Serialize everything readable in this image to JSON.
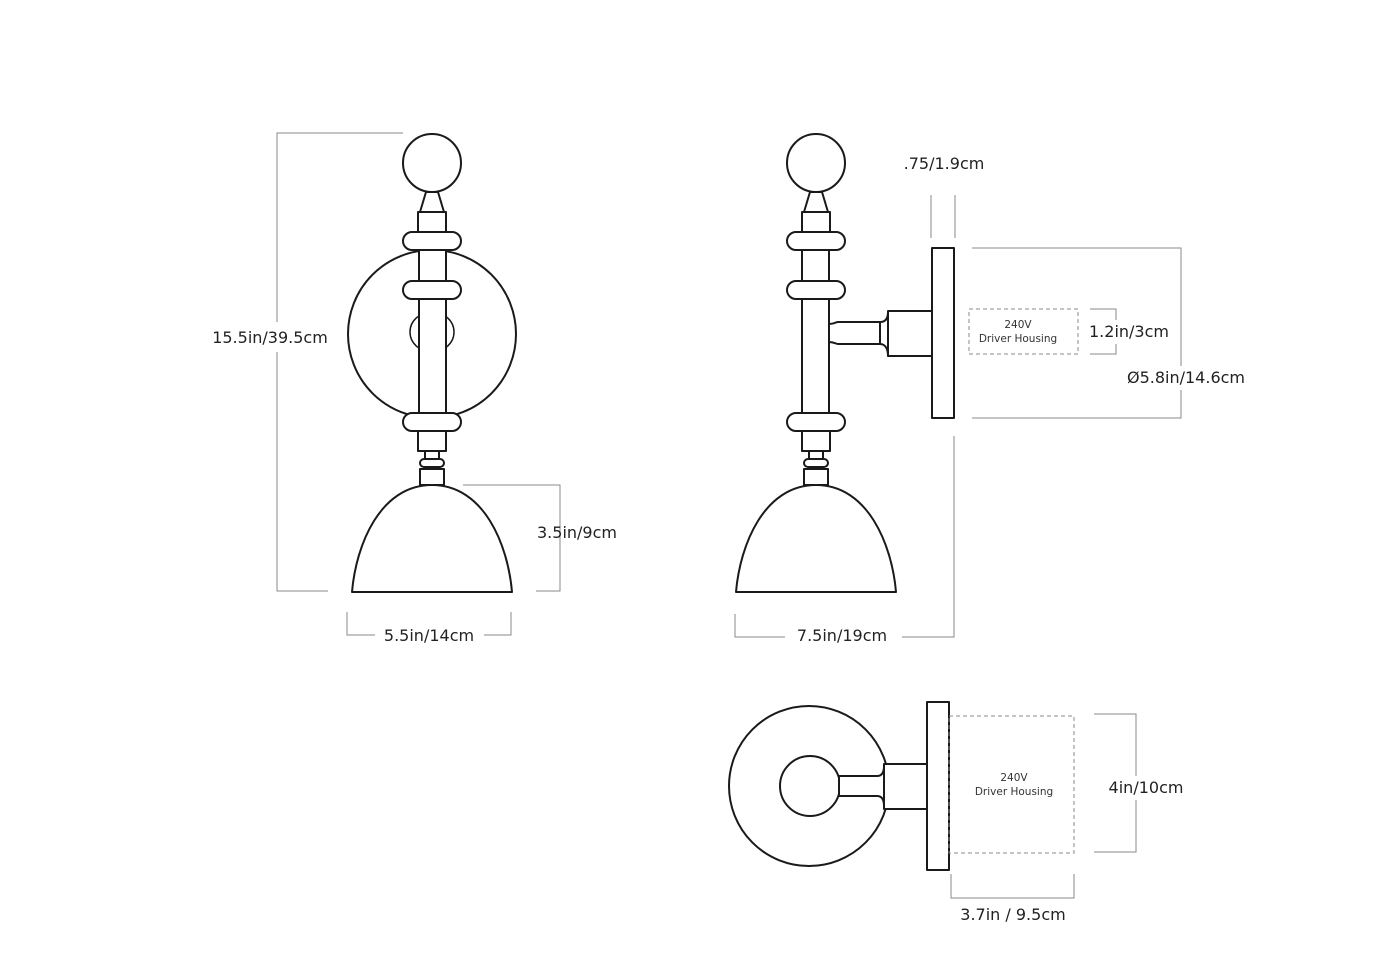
{
  "dimensions": {
    "front_height": "15.5in/39.5cm",
    "front_width": "5.5in/14cm",
    "shade_height": "3.5in/9cm",
    "plate_thickness": ".75/1.9cm",
    "housing_height_side": "1.2in/3cm",
    "plate_diameter": "Ø5.8in/14.6cm",
    "side_depth": "7.5in/19cm",
    "housing_height_bottom": "4in/10cm",
    "housing_depth": "3.7in / 9.5cm"
  },
  "housing": {
    "voltage": "240V",
    "name": "Driver Housing"
  }
}
